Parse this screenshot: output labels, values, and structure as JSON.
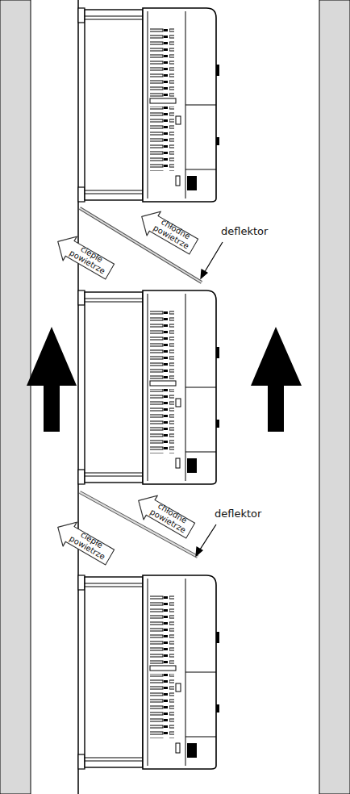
{
  "diagram": {
    "nodes": [
      {
        "text": [
          "chłodne powietrze"
        ]
      },
      {
        "text": [
          "ciepłe powietrze"
        ]
      },
      {
        "text": [
          "chłodne powietrze"
        ]
      },
      {
        "text": [
          "ciepłe powietrze"
        ]
      }
    ],
    "labels": [
      "deflektor",
      "deflektor"
    ]
  }
}
